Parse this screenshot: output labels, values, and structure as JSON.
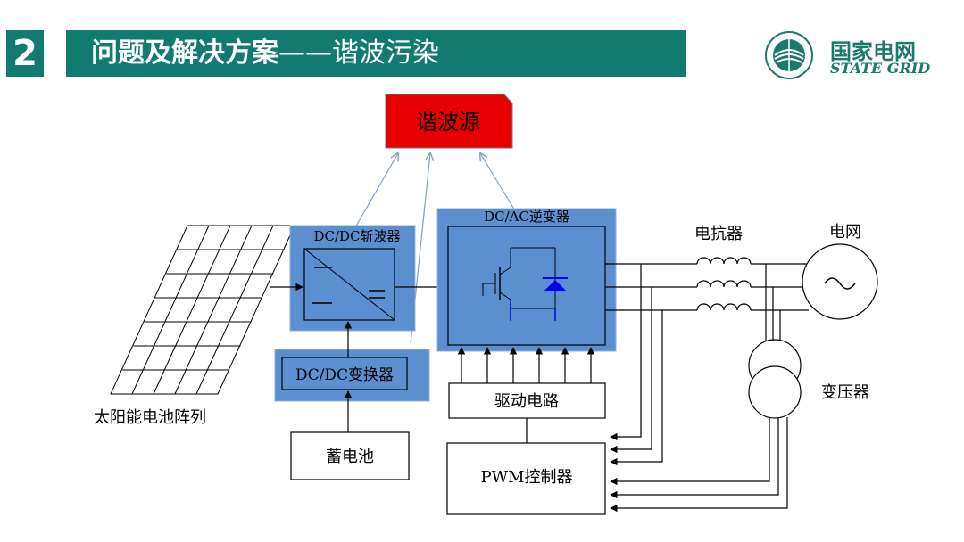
{
  "header": {
    "number": "2",
    "title_main": "问题及解决方案",
    "title_dash": "——",
    "title_sub": "谐波污染"
  },
  "logo": {
    "name_cn": "国家电网",
    "name_en": "STATE GRID",
    "icon": "state-grid-globe-icon"
  },
  "diagram": {
    "harmonic_source": "谐波源",
    "solar_array": "太阳能电池阵列",
    "dcdc_chopper": "DC/DC斩波器",
    "dcac_inverter": "DC/AC逆变器",
    "dcdc_converter": "DC/DC变换器",
    "battery": "蓄电池",
    "drive_circuit": "驱动电路",
    "pwm_controller": "PWM控制器",
    "reactor": "电抗器",
    "grid": "电网",
    "transformer": "变压器"
  },
  "colors": {
    "header_teal": "#127a6e",
    "harmonic_red": "#e60000",
    "block_blue": "#5b8fd0",
    "arrow_blue": "#7ea3c9"
  }
}
